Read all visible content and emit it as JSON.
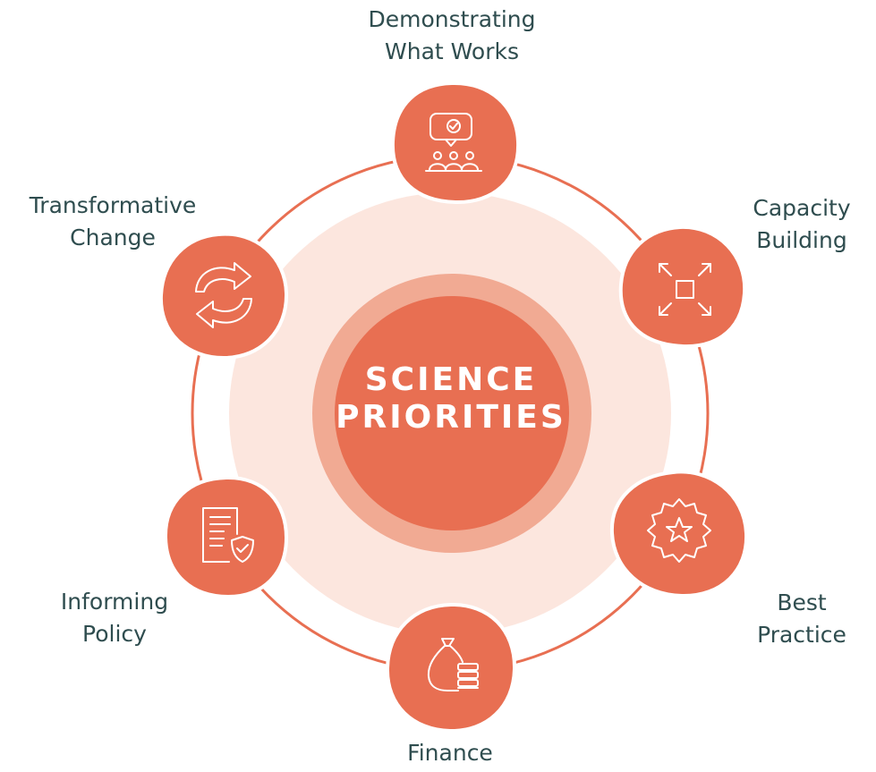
{
  "center": {
    "line1": "SCIENCE",
    "line2": "PRIORITIES"
  },
  "nodes": [
    {
      "id": "demonstrating",
      "icon": "meeting-presentation-icon",
      "line1": "Demonstrating",
      "line2": "What Works"
    },
    {
      "id": "capacity",
      "icon": "expand-arrows-icon",
      "line1": "Capacity",
      "line2": "Building"
    },
    {
      "id": "best-practice",
      "icon": "star-badge-icon",
      "line1": "Best",
      "line2": "Practice"
    },
    {
      "id": "finance",
      "icon": "money-bag-icon",
      "line1": "Finance",
      "line2": ""
    },
    {
      "id": "informing-policy",
      "icon": "policy-document-icon",
      "line1": "Informing",
      "line2": "Policy"
    },
    {
      "id": "transformative",
      "icon": "refresh-arrows-icon",
      "line1": "Transformative",
      "line2": "Change"
    }
  ],
  "colors": {
    "accent": "#e86f52",
    "mid_ring": "#f1aa93",
    "halo": "#fce6de",
    "outer_ring": "#e86f52",
    "label_text": "#2f4d4f",
    "icon_stroke": "#ffffff"
  }
}
